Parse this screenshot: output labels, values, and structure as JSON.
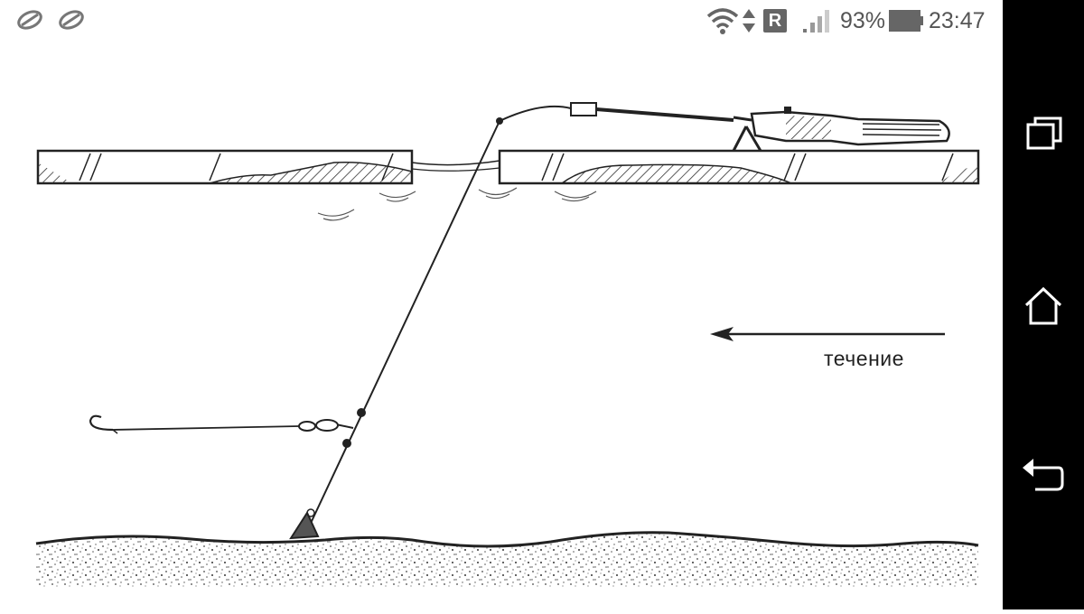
{
  "status_bar": {
    "notification_icons": [
      "link-icon",
      "link-icon"
    ],
    "wifi_icon": "wifi-icon",
    "data_arrows_icon": "data-transfer-icon",
    "roaming_label": "R",
    "signal_icon": "cellular-signal-icon",
    "battery_percent": "93%",
    "battery_icon": "battery-icon",
    "clock": "23:47"
  },
  "diagram": {
    "current_label": "течение",
    "colors": {
      "ink": "#222222",
      "background": "#ffffff",
      "nav_bar": "#000000",
      "status_text": "#555555"
    }
  },
  "nav_bar": {
    "buttons": [
      {
        "name": "recent-apps",
        "icon": "recent-apps-icon"
      },
      {
        "name": "home",
        "icon": "home-icon"
      },
      {
        "name": "back",
        "icon": "back-icon"
      }
    ]
  }
}
